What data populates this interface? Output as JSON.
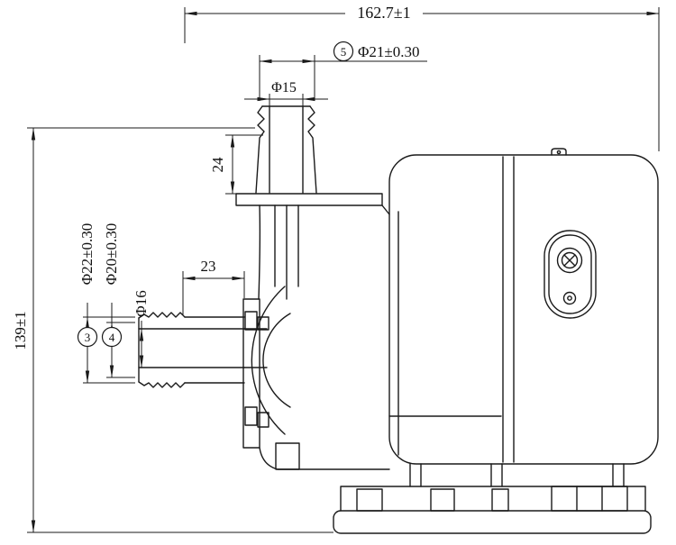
{
  "drawing": {
    "background": "#ffffff",
    "line_color": "#1a1a1a",
    "dimensions": {
      "overall_width": "162.7±1",
      "overall_height": "139±1",
      "outlet_od": "Φ21±0.30",
      "outlet_id": "Φ15",
      "outlet_height": "24",
      "inlet_length": "23",
      "inlet_od": "Φ22±0.30",
      "inlet_mid_od": "Φ20±0.30",
      "inlet_id": "Φ16"
    },
    "balloons": {
      "outlet_od": "5",
      "inlet_od": "3",
      "inlet_mid_od": "4"
    }
  }
}
